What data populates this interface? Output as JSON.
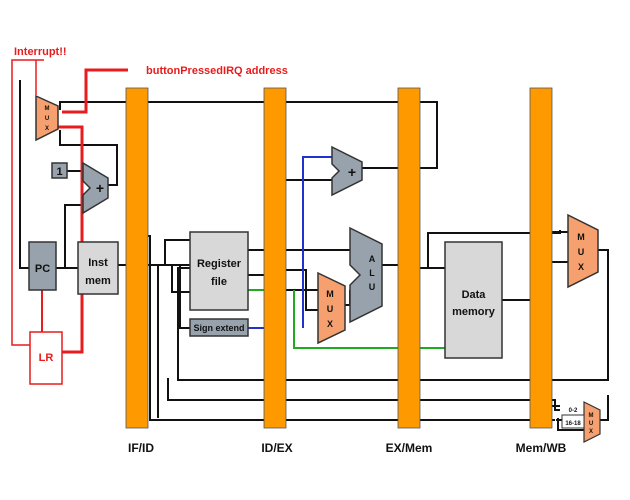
{
  "annotations": {
    "interrupt": "Interrupt!!",
    "irq_address": "buttonPressedIRQ address",
    "lr": "LR"
  },
  "blocks": {
    "pc": "PC",
    "inst_mem_line1": "Inst",
    "inst_mem_line2": "mem",
    "register_file_line1": "Register",
    "register_file_line2": "file",
    "sign_extend": "Sign extend",
    "data_memory_line1": "Data",
    "data_memory_line2": "memory",
    "const_one": "1",
    "adder_symbol": "+"
  },
  "mux_letters": [
    "M",
    "U",
    "X"
  ],
  "alu_letters": [
    "A",
    "L",
    "U"
  ],
  "small_labels": {
    "bits_low": "0-2",
    "bits_high": "16-18"
  },
  "pipeline_registers": [
    "IF/ID",
    "ID/EX",
    "EX/Mem",
    "Mem/WB"
  ],
  "colors": {
    "pipeline_register": "#ff9900",
    "mux_fill": "#f5a06e",
    "block_fill": "#d8d8d8",
    "pc_fill": "#98a2ad",
    "annotation_red": "#e81c1c",
    "wire_green": "#1faa1f",
    "wire_blue": "#2233cc"
  }
}
